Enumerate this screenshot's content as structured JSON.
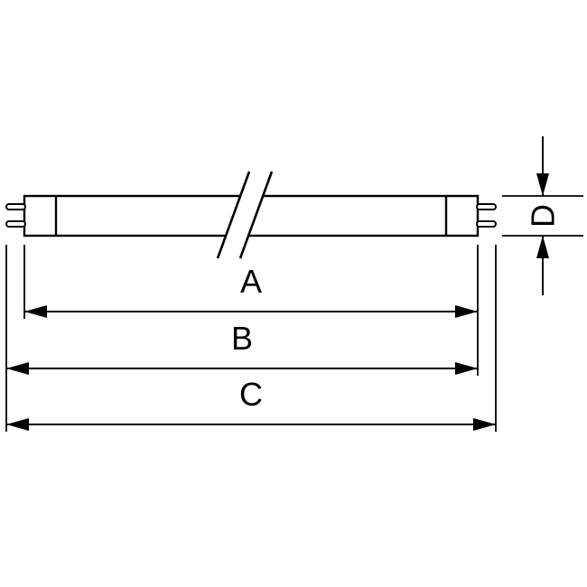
{
  "diagram": {
    "description": "Double-capped tubular lamp dimensional drawing",
    "labels": {
      "dim_a": "A",
      "dim_b": "B",
      "dim_c": "C",
      "dim_d": "D"
    },
    "colors": {
      "line": "#000000",
      "background": "#ffffff"
    }
  }
}
